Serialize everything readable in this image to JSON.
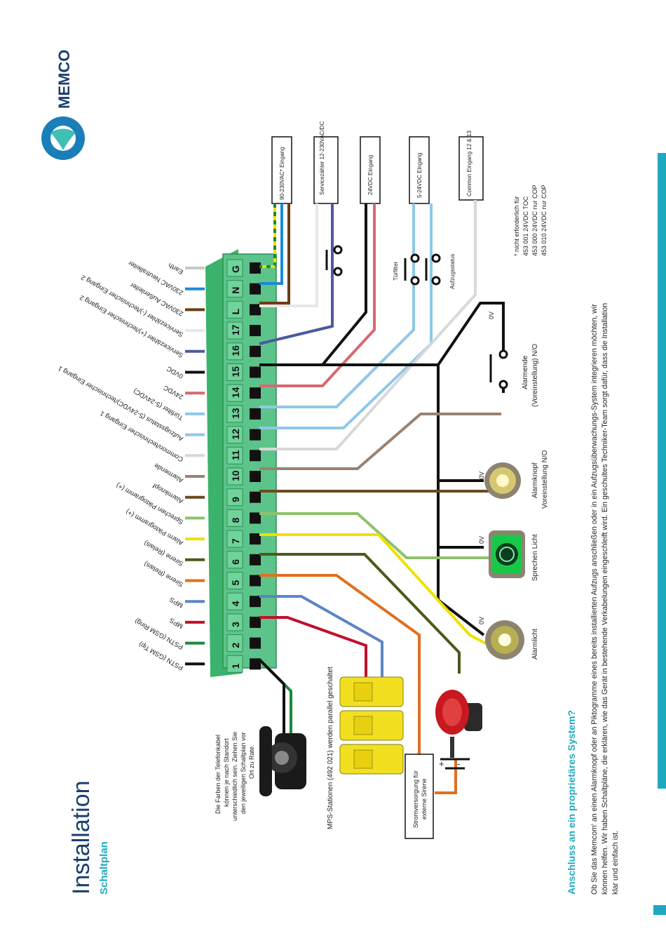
{
  "brand": {
    "name": "MEMCO",
    "color": "#1b3f6e",
    "accent": "#1fa9c0"
  },
  "header": {
    "title": "Installation",
    "subtitle": "Schaltplan"
  },
  "terminals": [
    "1",
    "2",
    "3",
    "4",
    "5",
    "6",
    "7",
    "8",
    "9",
    "10",
    "11",
    "12",
    "13",
    "14",
    "15",
    "16",
    "17",
    "L",
    "N",
    "G"
  ],
  "terminal_labels": [
    "PSTN (GSM Tip)",
    "PSTN (GSM Ring)",
    "MPS",
    "MPS",
    "Sirene (Relais)",
    "Sirene (Relais)",
    "Alarm Piktogramm (+)",
    "Sprechen Piktogramm (+)",
    "Alarmknopf",
    "Alarmende",
    "Common/technischer Eingang 1",
    "Aufzugsstatus (5-24VDC)/technischer Eingang 1",
    "Türfilter (5-24VDC)",
    "24VDC",
    "0VDC",
    "Servicezähler (+)/technischer Eingang 2",
    "Servicezähler (-)/technischer Eingang 2",
    "230VAC Außenleiter",
    "230VAC Neutralleiter",
    "Earth"
  ],
  "wire_colors": [
    "#111111",
    "#1a8a3c",
    "#c0102a",
    "#5b86c4",
    "#e07020",
    "#4a5a1a",
    "#f0e000",
    "#8ec26a",
    "#6b4a22",
    "#9a8270",
    "#d8d8d8",
    "#8fc8e8",
    "#8fc8e8",
    "#d86870",
    "#111111",
    "#4a5aa0",
    "#e8e8e8",
    "#6b3d14",
    "#1a8ad6",
    "#c8c8c8"
  ],
  "inputs": [
    "90-230VAC* Eingang",
    "Servicezähler 12-230VAC/DC",
    "24VDC Eingang",
    "5-24VDC Eingang",
    "Common Eingang 12 & 13"
  ],
  "notes": {
    "asterisk_lines": [
      "* nicht erforderlich für",
      "453 001 24VDC TOC",
      "453 000 24VDC nur COP",
      "453 010 24VDC nur COP"
    ]
  },
  "switch_labels": {
    "tuerfilter": "Türfilter",
    "aufzugsstatus": "Aufzugsstatus"
  },
  "devices": {
    "alarmende": [
      "Alarmende",
      "(Voreinstellung) N/O"
    ],
    "alarmknopf": [
      "Alarmknopf",
      "Voreinstellung N/O"
    ],
    "sprechen": "Sprechen Licht",
    "alarmlicht": "Alarmlicht",
    "zero_v": "0V"
  },
  "phone_note": [
    "Die Farben der Telefonkabel",
    "können je nach Standort",
    "unterschiedlich sein. Ziehen Sie",
    "den jeweiligen Schaltplan vor",
    "Ort zu Rate."
  ],
  "mps_note": "MPS-Stationen (492 021) werden parallel geschaltet",
  "siren_note": [
    "Stromversorgung für",
    "externe Sirene"
  ],
  "battery_signs": {
    "plus": "+",
    "minus": "-"
  },
  "body": {
    "heading": "Anschluss an ein proprietäres System?",
    "lines": [
      "Ob Sie das Memcom' an einen Alarmknopf oder an Piktogramme eines bereits installierten Aufzugs anschließen oder in ein Aufzugsüberwachungs-System integrieren möchten, wir",
      "können helfen. Wir haben Schaltpläne, die erklären, wie das Gerät in bestehende Verkabelungen eingeschleift wird. Ein geschultes Techniker-Team sorgt dafür, dass die Installation",
      "klar und einfach ist."
    ]
  }
}
